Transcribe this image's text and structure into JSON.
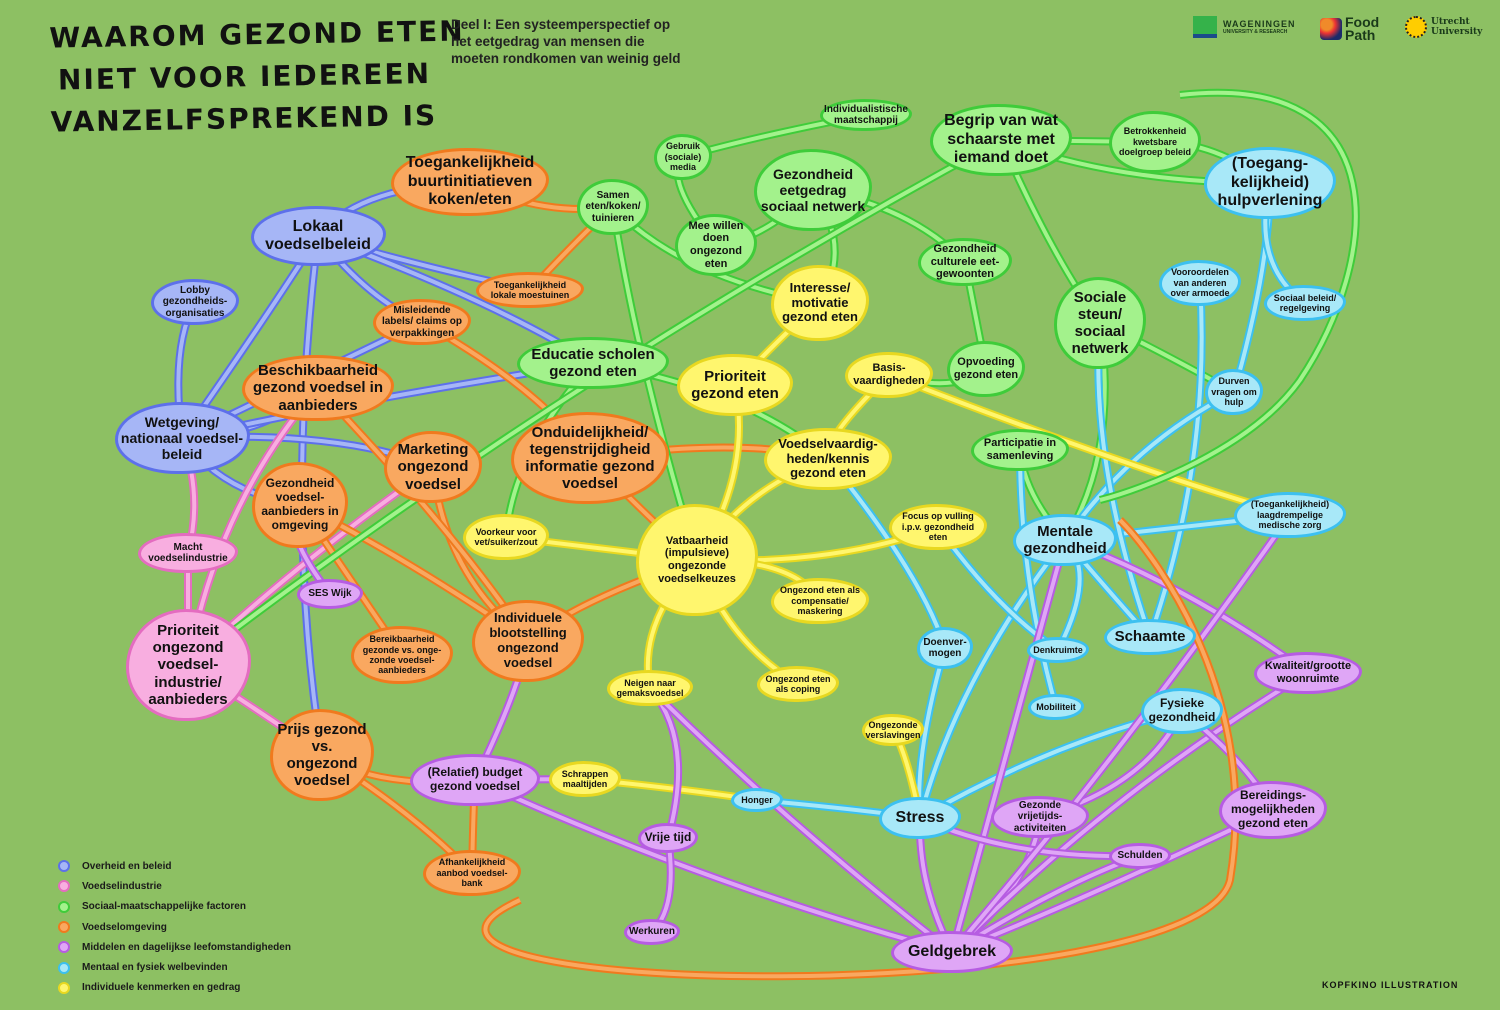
{
  "title": {
    "line1": "WAAROM GEZOND ETEN",
    "line2": "NIET VOOR IEDEREEN",
    "line3": "VANZELFSPREKEND IS"
  },
  "subtitle": "Deel I: Een systeemperspectief op het eetgedrag van mensen die moeten rondkomen van weinig geld",
  "logos": {
    "wur": "WAGENINGEN",
    "wur_sub": "UNIVERSITY & RESEARCH",
    "foodpath": "Food Path",
    "uu": "Utrecht University"
  },
  "credit": "KOPFKINO ILLUSTRATION",
  "colors": {
    "overheid": {
      "fill": "#a6b6f6",
      "stroke": "#5d70ea"
    },
    "industrie": {
      "fill": "#f8aee0",
      "stroke": "#e46cc0"
    },
    "sociaal": {
      "fill": "#a3f28c",
      "stroke": "#3fcc3a"
    },
    "omgeving": {
      "fill": "#f9a860",
      "stroke": "#f07a1e"
    },
    "middelen": {
      "fill": "#dfa6f6",
      "stroke": "#b65ce2"
    },
    "mentaal": {
      "fill": "#a8e8f8",
      "stroke": "#3cc0f0"
    },
    "individueel": {
      "fill": "#fff66e",
      "stroke": "#e8d820"
    }
  },
  "legend": [
    {
      "cat": "overheid",
      "label": "Overheid en beleid"
    },
    {
      "cat": "industrie",
      "label": "Voedselindustrie"
    },
    {
      "cat": "sociaal",
      "label": "Sociaal-maatschappelijke factoren"
    },
    {
      "cat": "omgeving",
      "label": "Voedselomgeving"
    },
    {
      "cat": "middelen",
      "label": "Middelen en dagelijkse leefomstandigheden"
    },
    {
      "cat": "mentaal",
      "label": "Mentaal en fysiek welbevinden"
    },
    {
      "cat": "individueel",
      "label": "Individuele kenmerken en gedrag"
    }
  ],
  "nodes": [
    {
      "id": "lokaal",
      "cat": "overheid",
      "label": "Lokaal voedselbeleid"
    },
    {
      "id": "lobby",
      "cat": "overheid",
      "label": "Lobby gezondheids-organisaties"
    },
    {
      "id": "wetgeving",
      "cat": "overheid",
      "label": "Wetgeving/ nationaal voedsel-beleid"
    },
    {
      "id": "macht",
      "cat": "industrie",
      "label": "Macht voedselindustrie"
    },
    {
      "id": "prioind",
      "cat": "industrie",
      "label": "Prioriteit ongezond voedsel-industrie/ aanbieders"
    },
    {
      "id": "ses",
      "cat": "middelen",
      "label": "SES Wijk"
    },
    {
      "id": "budget",
      "cat": "middelen",
      "label": "(Relatief) budget gezond voedsel"
    },
    {
      "id": "vrijetijd",
      "cat": "middelen",
      "label": "Vrije tijd"
    },
    {
      "id": "werkuren",
      "cat": "middelen",
      "label": "Werkuren"
    },
    {
      "id": "geldgebrek",
      "cat": "middelen",
      "label": "Geldgebrek"
    },
    {
      "id": "vrijetijdsact",
      "cat": "middelen",
      "label": "Gezonde vrijetijds-activiteiten"
    },
    {
      "id": "schulden",
      "cat": "middelen",
      "label": "Schulden"
    },
    {
      "id": "woonruimte",
      "cat": "middelen",
      "label": "Kwaliteit/grootte woonruimte"
    },
    {
      "id": "bereiding",
      "cat": "middelen",
      "label": "Bereidings-mogelijkheden gezond eten"
    },
    {
      "id": "buurt",
      "cat": "omgeving",
      "label": "Toegankelijkheid buurtinitiatieven koken/eten"
    },
    {
      "id": "moestuin",
      "cat": "omgeving",
      "label": "Toegankelijkheid lokale moestuinen"
    },
    {
      "id": "misleidend",
      "cat": "omgeving",
      "label": "Misleidende labels/ claims op verpakkingen"
    },
    {
      "id": "beschik",
      "cat": "omgeving",
      "label": "Beschikbaarheid gezond voedsel in aanbieders"
    },
    {
      "id": "marketing",
      "cat": "omgeving",
      "label": "Marketing ongezond voedsel"
    },
    {
      "id": "onduidelijk",
      "cat": "omgeving",
      "label": "Onduidelijkheid/ tegenstrijdigheid informatie gezond voedsel"
    },
    {
      "id": "gezaanb",
      "cat": "omgeving",
      "label": "Gezondheid voedsel-aanbieders in omgeving"
    },
    {
      "id": "bereikbaar",
      "cat": "omgeving",
      "label": "Bereikbaarheid gezonde vs. onge-zonde voedsel-aanbieders"
    },
    {
      "id": "blootstelling",
      "cat": "omgeving",
      "label": "Individuele blootstelling ongezond voedsel"
    },
    {
      "id": "prijs",
      "cat": "omgeving",
      "label": "Prijs gezond vs. ongezond voedsel"
    },
    {
      "id": "voedselbank",
      "cat": "omgeving",
      "label": "Afhankelijkheid aanbod voedsel-bank"
    },
    {
      "id": "samen",
      "cat": "sociaal",
      "label": "Samen eten/koken/ tuinieren"
    },
    {
      "id": "media",
      "cat": "sociaal",
      "label": "Gebruik (sociale) media"
    },
    {
      "id": "individualistisch",
      "cat": "sociaal",
      "label": "Individualistische maatschappij"
    },
    {
      "id": "eetnetwerk",
      "cat": "sociaal",
      "label": "Gezondheid eetgedrag sociaal netwerk"
    },
    {
      "id": "meedoen",
      "cat": "sociaal",
      "label": "Mee willen doen ongezond eten"
    },
    {
      "id": "begrip",
      "cat": "sociaal",
      "label": "Begrip van wat schaarste met iemand doet"
    },
    {
      "id": "betrokken",
      "cat": "sociaal",
      "label": "Betrokkenheid kwetsbare doelgroep beleid"
    },
    {
      "id": "cultuur",
      "cat": "sociaal",
      "label": "Gezondheid culturele eet-gewoonten"
    },
    {
      "id": "educatie",
      "cat": "sociaal",
      "label": "Educatie scholen gezond eten"
    },
    {
      "id": "opvoeding",
      "cat": "sociaal",
      "label": "Opvoeding gezond eten"
    },
    {
      "id": "steun",
      "cat": "sociaal",
      "label": "Sociale steun/ sociaal netwerk"
    },
    {
      "id": "participatie",
      "cat": "sociaal",
      "label": "Participatie in samenleving"
    },
    {
      "id": "hulp",
      "cat": "mentaal",
      "label": "(Toegang-kelijkheid) hulpverlening"
    },
    {
      "id": "vooroordelen",
      "cat": "mentaal",
      "label": "Vooroordelen van anderen over armoede"
    },
    {
      "id": "sociaalbeleid",
      "cat": "mentaal",
      "label": "Sociaal beleid/ regelgeving"
    },
    {
      "id": "durven",
      "cat": "mentaal",
      "label": "Durven vragen om hulp"
    },
    {
      "id": "zorg",
      "cat": "mentaal",
      "label": "(Toegankelijkheid) laagdrempelige medische zorg"
    },
    {
      "id": "mentaal",
      "cat": "mentaal",
      "label": "Mentale gezondheid"
    },
    {
      "id": "schaamte",
      "cat": "mentaal",
      "label": "Schaamte"
    },
    {
      "id": "denkruimte",
      "cat": "mentaal",
      "label": "Denkruimte"
    },
    {
      "id": "doen",
      "cat": "mentaal",
      "label": "Doenver-mogen"
    },
    {
      "id": "mobiliteit",
      "cat": "mentaal",
      "label": "Mobiliteit"
    },
    {
      "id": "fysiek",
      "cat": "mentaal",
      "label": "Fysieke gezondheid"
    },
    {
      "id": "stress",
      "cat": "mentaal",
      "label": "Stress"
    },
    {
      "id": "honger",
      "cat": "mentaal",
      "label": "Honger"
    },
    {
      "id": "interesse",
      "cat": "individueel",
      "label": "Interesse/ motivatie gezond eten"
    },
    {
      "id": "prioriteit",
      "cat": "individueel",
      "label": "Prioriteit gezond eten"
    },
    {
      "id": "basis",
      "cat": "individueel",
      "label": "Basis-vaardigheden"
    },
    {
      "id": "kennis",
      "cat": "individueel",
      "label": "Voedselvaardig-heden/kennis gezond eten"
    },
    {
      "id": "voorkeur",
      "cat": "individueel",
      "label": "Voorkeur voor vet/suiker/zout"
    },
    {
      "id": "vatbaar",
      "cat": "individueel",
      "label": "Vatbaarheid (impulsieve) ongezonde voedselkeuzes"
    },
    {
      "id": "focus",
      "cat": "individueel",
      "label": "Focus op vulling i.p.v. gezondheid eten"
    },
    {
      "id": "compensatie",
      "cat": "individueel",
      "label": "Ongezond eten als compensatie/ maskering"
    },
    {
      "id": "gemak",
      "cat": "individueel",
      "label": "Neigen naar gemaksvoedsel"
    },
    {
      "id": "coping",
      "cat": "individueel",
      "label": "Ongezond eten als coping"
    },
    {
      "id": "verslaving",
      "cat": "individueel",
      "label": "Ongezonde verslavingen"
    },
    {
      "id": "schrappen",
      "cat": "individueel",
      "label": "Schrappen maaltijden"
    }
  ],
  "edges": [
    [
      "lokaal",
      "buurt"
    ],
    [
      "lokaal",
      "moestuin"
    ],
    [
      "lokaal",
      "misleidend"
    ],
    [
      "lokaal",
      "wetgeving"
    ],
    [
      "lokaal",
      "educatie"
    ],
    [
      "lokaal",
      "prijs"
    ],
    [
      "lobby",
      "wetgeving"
    ],
    [
      "wetgeving",
      "misleidend"
    ],
    [
      "wetgeving",
      "beschik"
    ],
    [
      "wetgeving",
      "marketing"
    ],
    [
      "wetgeving",
      "educatie"
    ],
    [
      "wetgeving",
      "gezaanb"
    ],
    [
      "macht",
      "prioind"
    ],
    [
      "macht",
      "wetgeving"
    ],
    [
      "prioind",
      "prijs"
    ],
    [
      "prioind",
      "beschik"
    ],
    [
      "prioind",
      "marketing"
    ],
    [
      "buurt",
      "samen"
    ],
    [
      "moestuin",
      "samen"
    ],
    [
      "misleidend",
      "onduidelijk"
    ],
    [
      "marketing",
      "blootstelling"
    ],
    [
      "gezaanb",
      "blootstelling"
    ],
    [
      "gezaanb",
      "bereikbaar"
    ],
    [
      "onduidelijk",
      "vatbaar"
    ],
    [
      "onduidelijk",
      "kennis"
    ],
    [
      "blootstelling",
      "vatbaar"
    ],
    [
      "prijs",
      "budget"
    ],
    [
      "voedselbank",
      "budget"
    ],
    [
      "prijs",
      "voedselbank"
    ],
    [
      "beschik",
      "blootstelling"
    ],
    [
      "media",
      "meedoen"
    ],
    [
      "individualistisch",
      "media"
    ],
    [
      "eetnetwerk",
      "meedoen"
    ],
    [
      "eetnetwerk",
      "cultuur"
    ],
    [
      "eetnetwerk",
      "interesse"
    ],
    [
      "samen",
      "interesse"
    ],
    [
      "samen",
      "vatbaar"
    ],
    [
      "cultuur",
      "opvoeding"
    ],
    [
      "opvoeding",
      "basis"
    ],
    [
      "educatie",
      "kennis"
    ],
    [
      "educatie",
      "voorkeur"
    ],
    [
      "begrip",
      "hulp"
    ],
    [
      "betrokken",
      "hulp"
    ],
    [
      "betrokken",
      "begrip"
    ],
    [
      "steun",
      "mentaal"
    ],
    [
      "steun",
      "durven"
    ],
    [
      "participatie",
      "mentaal"
    ],
    [
      "begrip",
      "steun"
    ],
    [
      "hulp",
      "durven"
    ],
    [
      "vooroordelen",
      "schaamte"
    ],
    [
      "sociaalbeleid",
      "hulp"
    ],
    [
      "durven",
      "mentaal"
    ],
    [
      "zorg",
      "mentaal"
    ],
    [
      "mentaal",
      "schaamte"
    ],
    [
      "mentaal",
      "denkruimte"
    ],
    [
      "stress",
      "mentaal"
    ],
    [
      "stress",
      "doen"
    ],
    [
      "fysiek",
      "stress"
    ],
    [
      "honger",
      "stress"
    ],
    [
      "doen",
      "kennis"
    ],
    [
      "schaamte",
      "steun"
    ],
    [
      "mobiliteit",
      "participatie"
    ],
    [
      "denkruimte",
      "focus"
    ],
    [
      "interesse",
      "prioriteit"
    ],
    [
      "prioriteit",
      "vatbaar"
    ],
    [
      "basis",
      "kennis"
    ],
    [
      "kennis",
      "vatbaar"
    ],
    [
      "voorkeur",
      "vatbaar"
    ],
    [
      "focus",
      "vatbaar"
    ],
    [
      "compensatie",
      "vatbaar"
    ],
    [
      "gemak",
      "vatbaar"
    ],
    [
      "coping",
      "vatbaar"
    ],
    [
      "verslaving",
      "stress"
    ],
    [
      "schrappen",
      "honger"
    ],
    [
      "basis",
      "zorg"
    ],
    [
      "begrip",
      "prioind"
    ],
    [
      "geldgebrek",
      "stress"
    ],
    [
      "geldgebrek",
      "budget"
    ],
    [
      "geldgebrek",
      "schulden"
    ],
    [
      "geldgebrek",
      "vrijetijdsact"
    ],
    [
      "geldgebrek",
      "bereiding"
    ],
    [
      "geldgebrek",
      "woonruimte"
    ],
    [
      "geldgebrek",
      "mentaal"
    ],
    [
      "werkuren",
      "vrijetijd"
    ],
    [
      "vrijetijd",
      "gemak"
    ],
    [
      "budget",
      "schrappen"
    ],
    [
      "schulden",
      "stress"
    ],
    [
      "woonruimte",
      "mentaal"
    ],
    [
      "bereiding",
      "fysiek"
    ],
    [
      "vrijetijdsact",
      "fysiek"
    ],
    [
      "ses",
      "gezaanb"
    ],
    [
      "geldgebrek",
      "gemak"
    ],
    [
      "geldgebrek",
      "zorg"
    ],
    [
      "budget",
      "blootstelling"
    ]
  ]
}
